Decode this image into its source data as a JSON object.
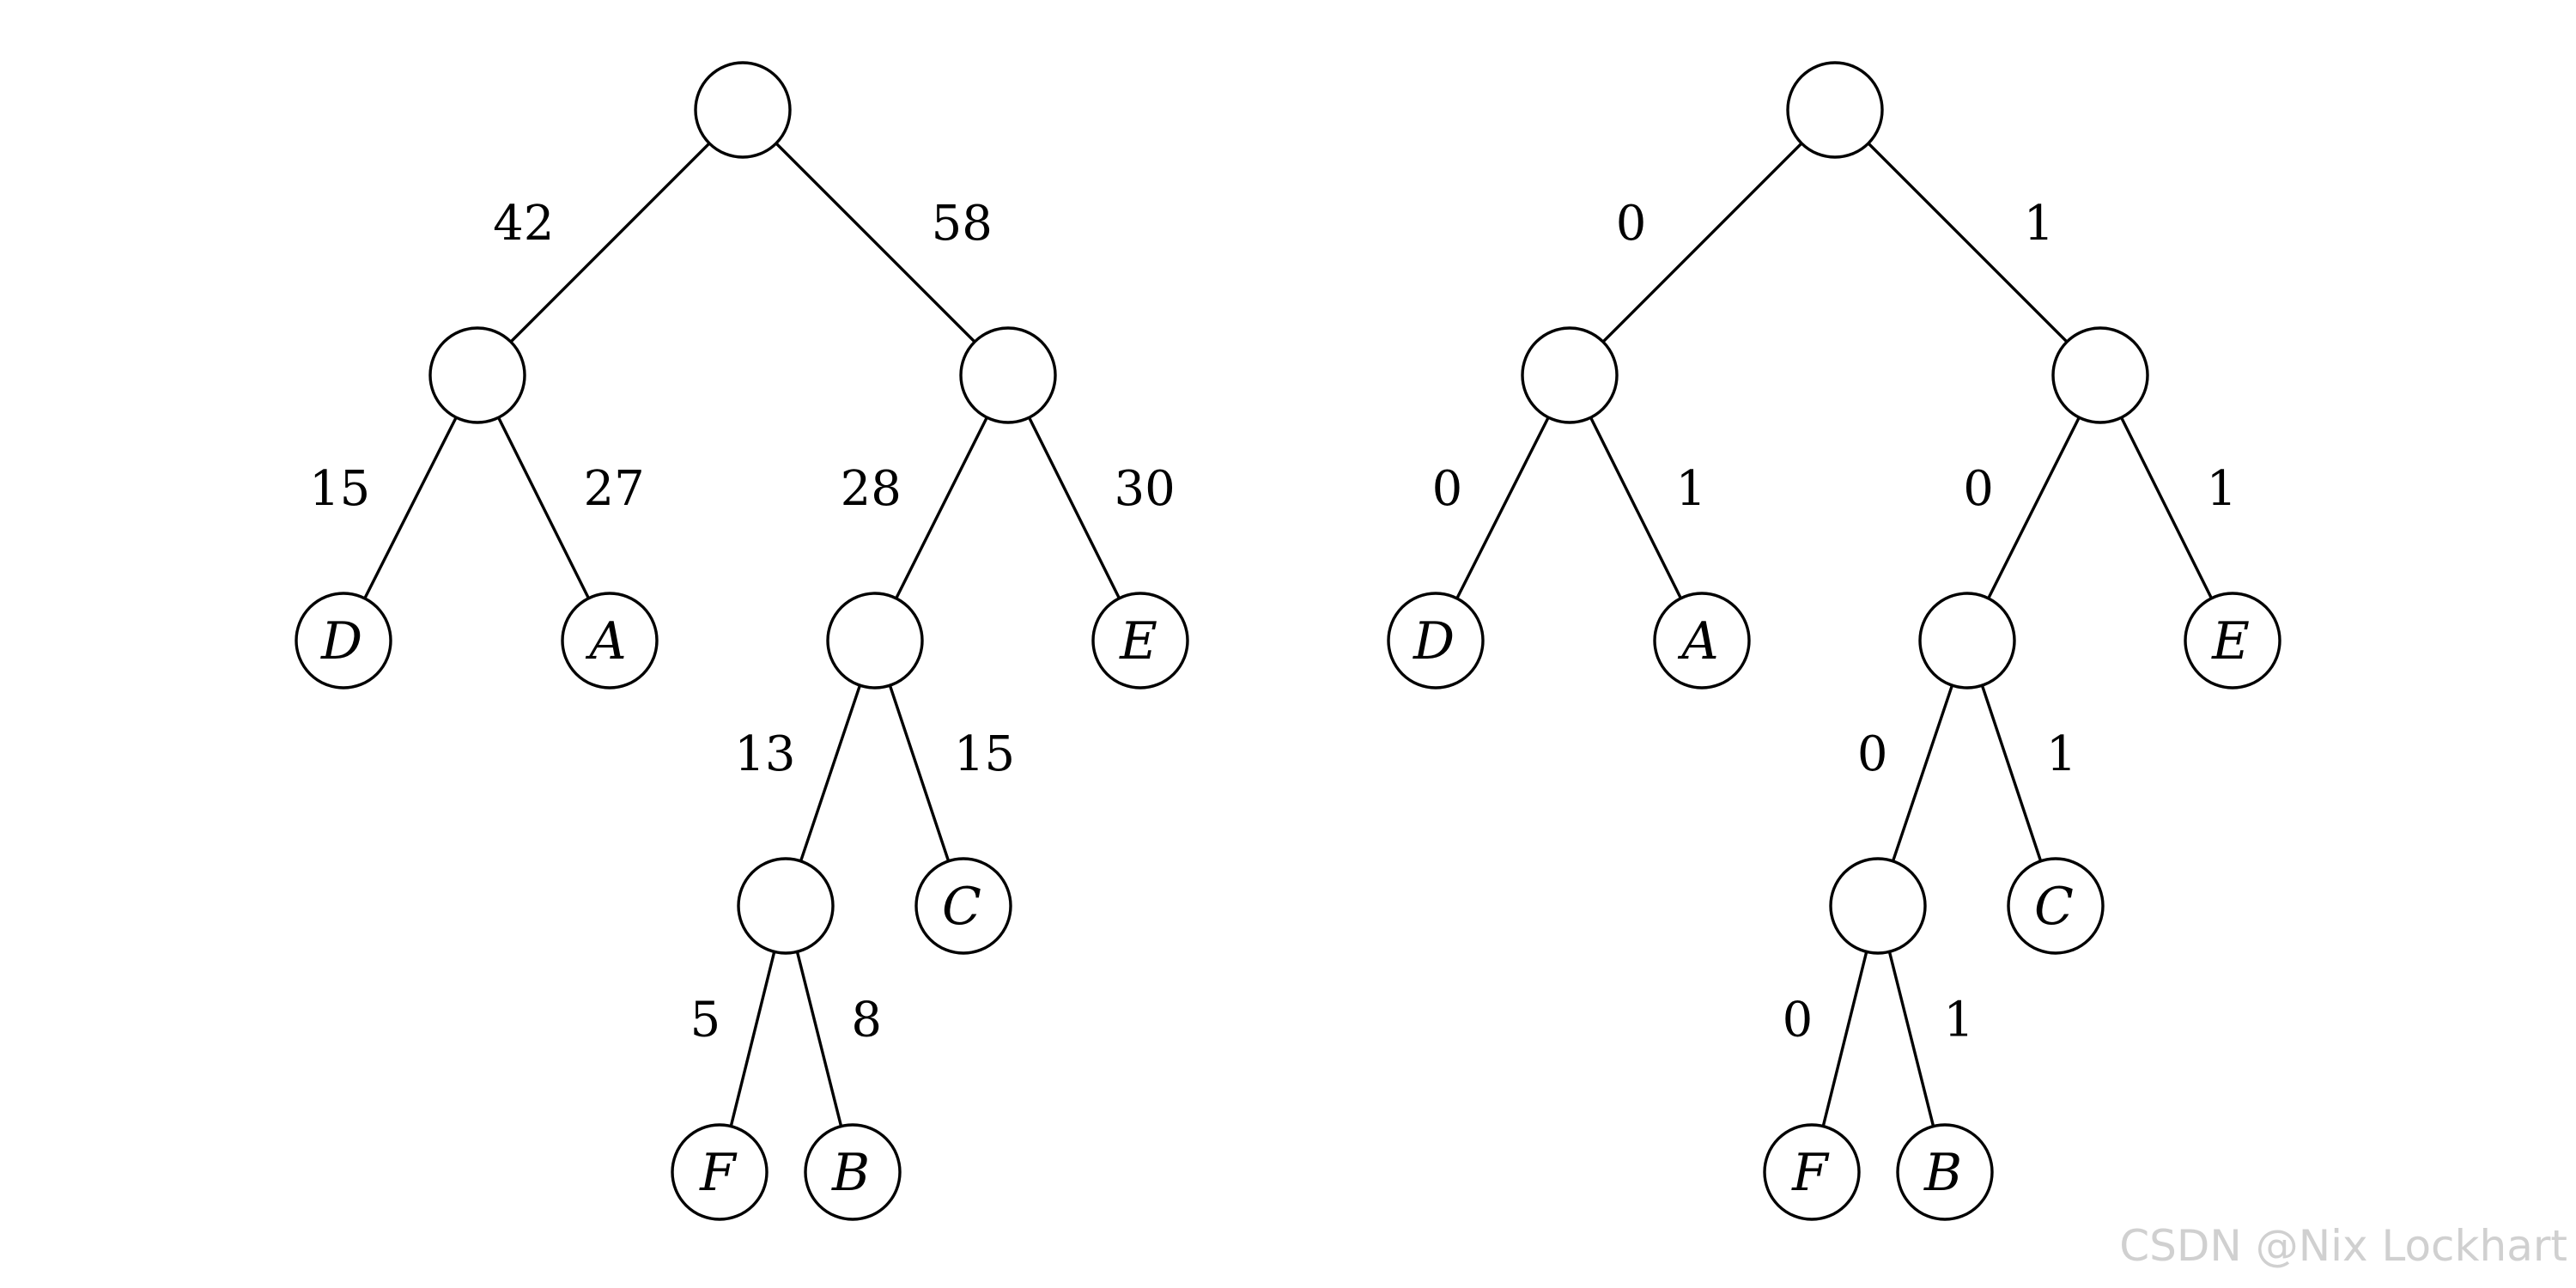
{
  "trees": [
    {
      "id": "weights",
      "nodes": [
        {
          "id": "root",
          "label": ""
        },
        {
          "id": "L",
          "label": ""
        },
        {
          "id": "R",
          "label": ""
        },
        {
          "id": "D",
          "label": "D"
        },
        {
          "id": "A",
          "label": "A"
        },
        {
          "id": "RL",
          "label": ""
        },
        {
          "id": "E",
          "label": "E"
        },
        {
          "id": "RLL",
          "label": ""
        },
        {
          "id": "C",
          "label": "C"
        },
        {
          "id": "F",
          "label": "F"
        },
        {
          "id": "B",
          "label": "B"
        }
      ],
      "edges": [
        {
          "from": "root",
          "to": "L",
          "label": "42"
        },
        {
          "from": "root",
          "to": "R",
          "label": "58"
        },
        {
          "from": "L",
          "to": "D",
          "label": "15"
        },
        {
          "from": "L",
          "to": "A",
          "label": "27"
        },
        {
          "from": "R",
          "to": "RL",
          "label": "28"
        },
        {
          "from": "R",
          "to": "E",
          "label": "30"
        },
        {
          "from": "RL",
          "to": "RLL",
          "label": "13"
        },
        {
          "from": "RL",
          "to": "C",
          "label": "15"
        },
        {
          "from": "RLL",
          "to": "F",
          "label": "5"
        },
        {
          "from": "RLL",
          "to": "B",
          "label": "8"
        }
      ]
    },
    {
      "id": "codes",
      "nodes": [
        {
          "id": "root",
          "label": ""
        },
        {
          "id": "L",
          "label": ""
        },
        {
          "id": "R",
          "label": ""
        },
        {
          "id": "D",
          "label": "D"
        },
        {
          "id": "A",
          "label": "A"
        },
        {
          "id": "RL",
          "label": ""
        },
        {
          "id": "E",
          "label": "E"
        },
        {
          "id": "RLL",
          "label": ""
        },
        {
          "id": "C",
          "label": "C"
        },
        {
          "id": "F",
          "label": "F"
        },
        {
          "id": "B",
          "label": "B"
        }
      ],
      "edges": [
        {
          "from": "root",
          "to": "L",
          "label": "0"
        },
        {
          "from": "root",
          "to": "R",
          "label": "1"
        },
        {
          "from": "L",
          "to": "D",
          "label": "0"
        },
        {
          "from": "L",
          "to": "A",
          "label": "1"
        },
        {
          "from": "R",
          "to": "RL",
          "label": "0"
        },
        {
          "from": "R",
          "to": "E",
          "label": "1"
        },
        {
          "from": "RL",
          "to": "RLL",
          "label": "0"
        },
        {
          "from": "RL",
          "to": "C",
          "label": "1"
        },
        {
          "from": "RLL",
          "to": "F",
          "label": "0"
        },
        {
          "from": "RLL",
          "to": "B",
          "label": "1"
        }
      ]
    }
  ],
  "watermark": "CSDN @Nix Lockhart"
}
